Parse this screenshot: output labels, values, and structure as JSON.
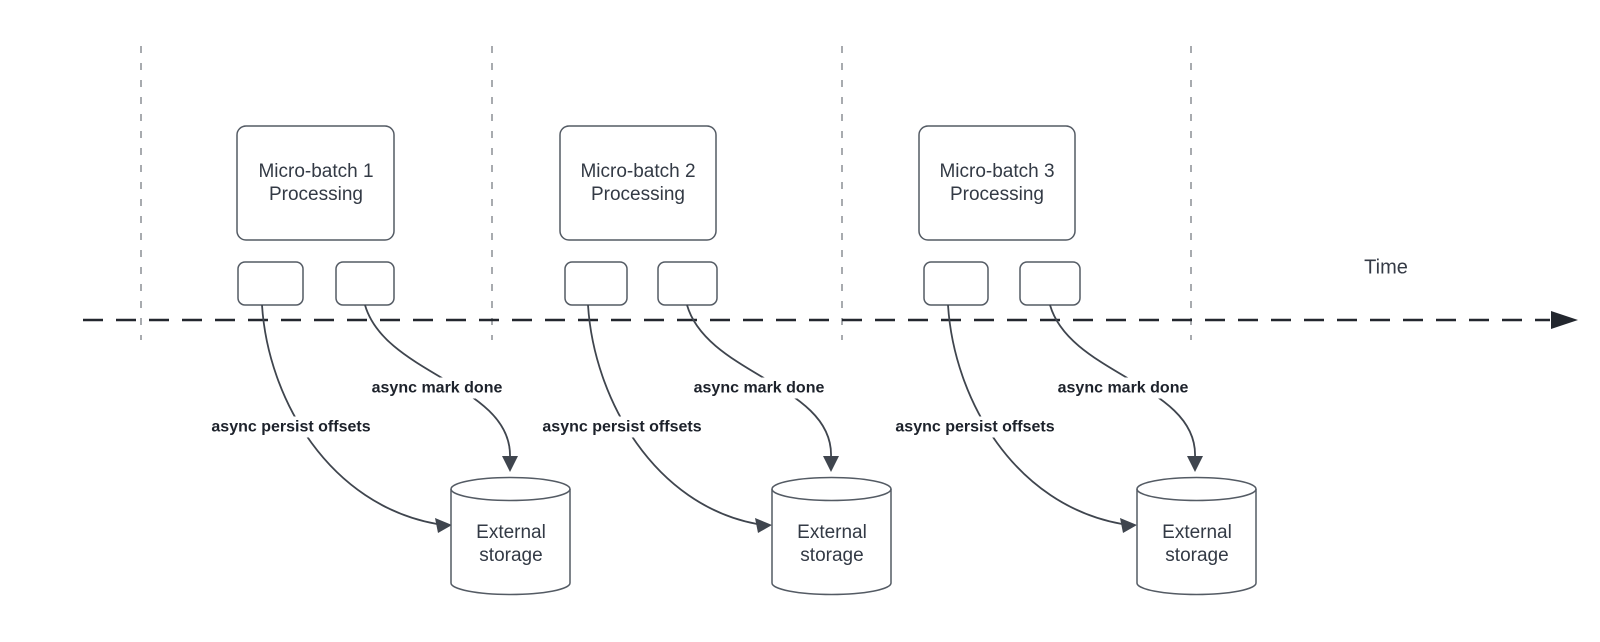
{
  "diagram": {
    "description": "Micro-batch streaming timeline with asynchronous progress tracking to external storage",
    "timeline": {
      "label": "Time"
    },
    "palette": {
      "shape_stroke": "#545b64",
      "curve_stroke": "#3f454e",
      "timeline_stroke": "#23272e",
      "gridline_stroke": "#a8abaf",
      "text_color": "#333a45",
      "bold_label_color": "#1d222b",
      "background": "#ffffff"
    },
    "groups": [
      {
        "batch_label": "Micro-batch 1\nProcessing",
        "persist_label": "async persist offsets",
        "mark_label": "async mark done",
        "storage_label": "External\nstorage"
      },
      {
        "batch_label": "Micro-batch 2\nProcessing",
        "persist_label": "async persist offsets",
        "mark_label": "async mark done",
        "storage_label": "External\nstorage"
      },
      {
        "batch_label": "Micro-batch 3\nProcessing",
        "persist_label": "async persist offsets",
        "mark_label": "async mark done",
        "storage_label": "External\nstorage"
      }
    ]
  }
}
